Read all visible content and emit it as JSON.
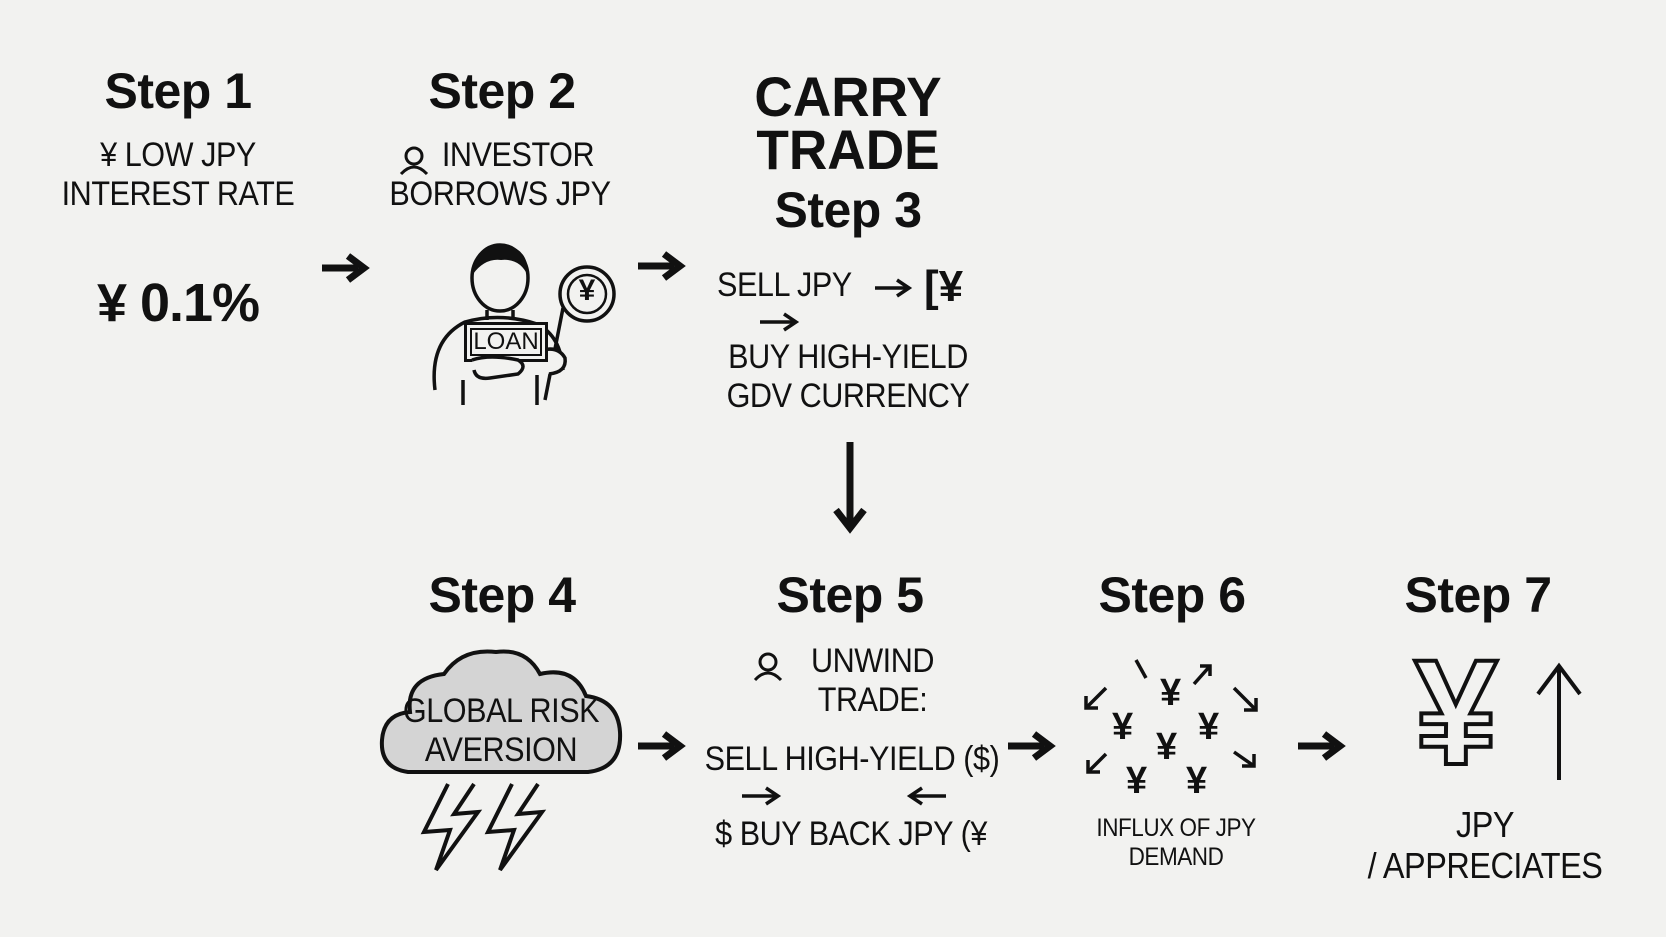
{
  "header": {
    "carry_title_line1": "CARRY",
    "carry_title_line2": "TRADE"
  },
  "steps": [
    {
      "title": "Step 1",
      "lines": [
        "¥  LOW JPY",
        "INTEREST RATE"
      ],
      "value": "¥ 0.1%"
    },
    {
      "title": "Step 2",
      "lines": [
        "INVESTOR",
        "BORROWS JPY"
      ],
      "sign_text": "LOAN",
      "coin_text": "¥"
    },
    {
      "title": "Step 3",
      "sell_text": "SELL JPY",
      "sell_symbol": "[¥",
      "buy_lines": [
        "BUY HIGH-YIELD",
        "GDV CURRENCY"
      ]
    },
    {
      "title": "Step 4",
      "cloud_lines": [
        "GLOBAL RISK",
        "AVERSION"
      ]
    },
    {
      "title": "Step 5",
      "lines": [
        "UNWIND",
        "TRADE:"
      ],
      "sell_text": "SELL HIGH-YIELD ($)",
      "buy_text": "$ BUY BACK JPY (¥"
    },
    {
      "title": "Step 6",
      "yen_symbol": "¥",
      "caption_lines": [
        "INFLUX OF JPY",
        "DEMAND"
      ]
    },
    {
      "title": "Step 7",
      "big_symbol": "¥",
      "caption_lines": [
        "JPY",
        "/ APPRECIATES"
      ]
    }
  ],
  "icons": [
    "yen-icon",
    "person-icon",
    "arrow-right-icon",
    "arrow-down-icon",
    "arrow-up-icon",
    "lightning-icon",
    "cloud-icon"
  ],
  "colors": {
    "background": "#f2f2f0",
    "ink": "#111111",
    "cloud_fill": "#d4d4d4"
  }
}
